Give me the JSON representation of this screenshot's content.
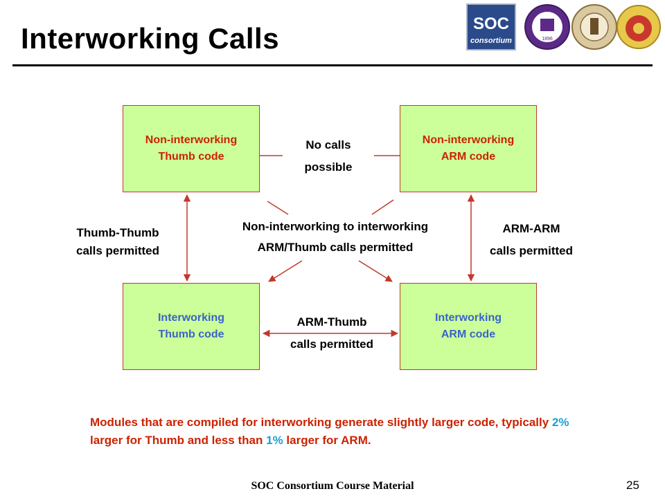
{
  "title": "Interworking Calls",
  "boxes": {
    "nonint_thumb": [
      "Non-interworking",
      "Thumb code"
    ],
    "nonint_arm": [
      "Non-interworking",
      "ARM code"
    ],
    "int_thumb": [
      "Interworking",
      "Thumb code"
    ],
    "int_arm": [
      "Interworking",
      "ARM code"
    ]
  },
  "labels": {
    "no_calls": [
      "No calls",
      "possible"
    ],
    "thumb_thumb": [
      "Thumb-Thumb",
      "calls permitted"
    ],
    "arm_arm": [
      "ARM-ARM",
      "calls permitted"
    ],
    "center": [
      "Non-interworking to interworking",
      "ARM/Thumb calls permitted"
    ],
    "arm_thumb": [
      "ARM-Thumb",
      "calls permitted"
    ]
  },
  "note": {
    "part1": "Modules that are compiled for interworking generate slightly larger code, typically ",
    "pct_thumb": "2%",
    "part2": " larger for Thumb and less than ",
    "pct_arm": "1%",
    "part3": " larger for ARM."
  },
  "footer": "SOC Consortium Course Material",
  "page_number": "25",
  "logos": {
    "soc_text": "SOC",
    "soc_sub": "consortium",
    "seal_year": "1896"
  },
  "colors": {
    "box_fill": "#ccff99",
    "box_border": "#c0392b",
    "red_text": "#cc2200",
    "blue_text": "#3a63c8",
    "highlight": "#1a9fd8",
    "connector": "#c0392b"
  }
}
